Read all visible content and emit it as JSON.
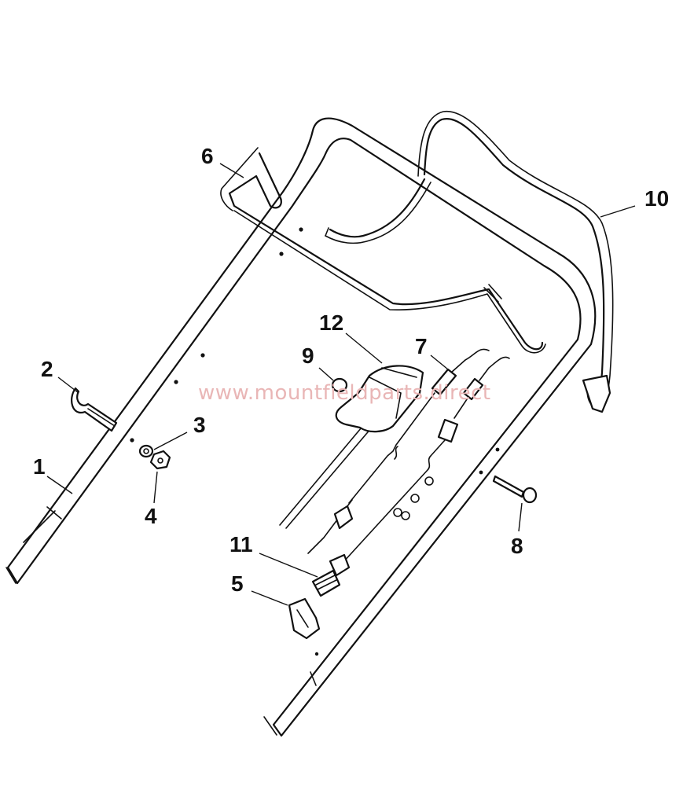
{
  "watermark": "www.mountfieldparts.direct",
  "labels": {
    "p1": "1",
    "p2": "2",
    "p3": "3",
    "p4": "4",
    "p5": "5",
    "p6": "6",
    "p7": "7",
    "p8": "8",
    "p9": "9",
    "p10": "10",
    "p11": "11",
    "p12": "12"
  }
}
